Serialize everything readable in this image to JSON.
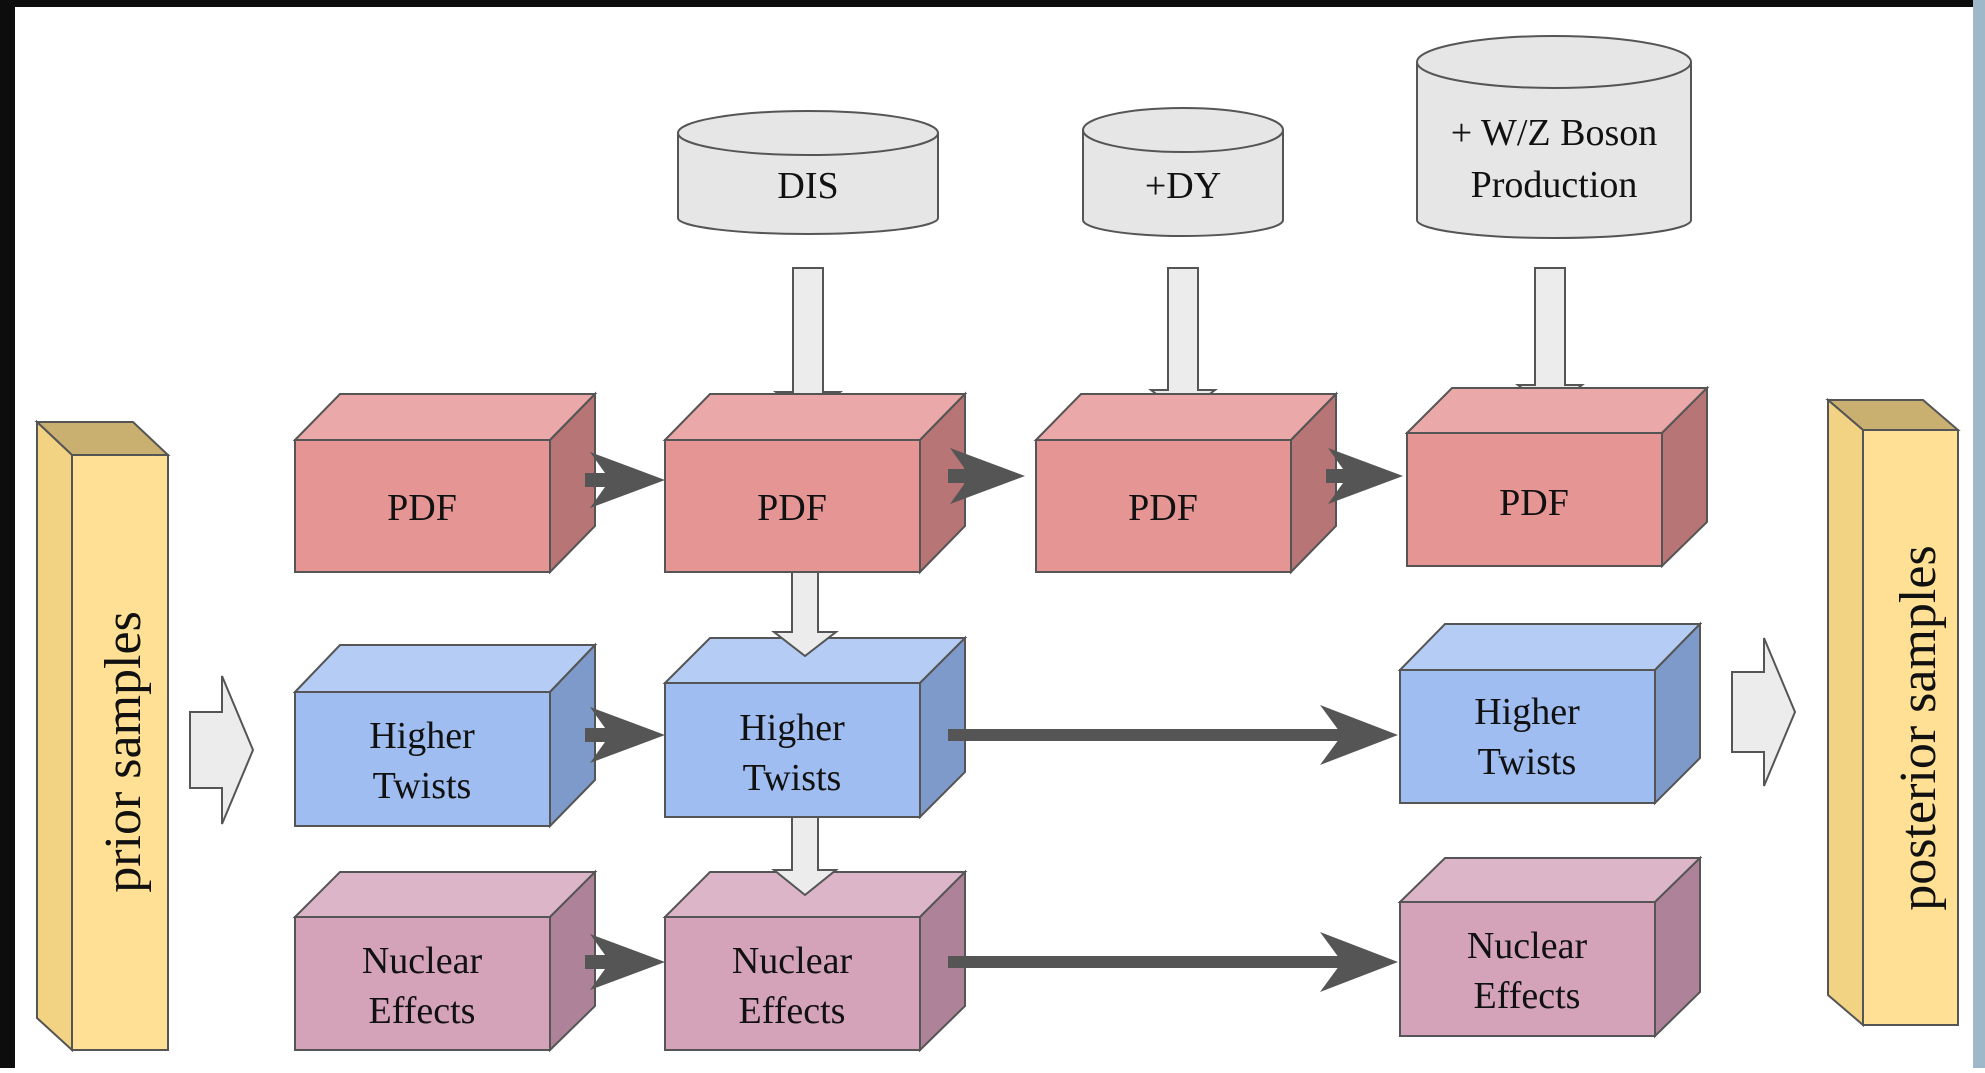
{
  "sources": {
    "dis": "DIS",
    "dy": "+DY",
    "wz_line1": "+ W/Z Boson",
    "wz_line2": "Production"
  },
  "inputs": {
    "prior": "prior samples"
  },
  "outputs": {
    "posterior": "posterior samples"
  },
  "stages": {
    "pdf": "PDF",
    "higher_twists_line1": "Higher",
    "higher_twists_line2": "Twists",
    "nuclear_effects_line1": "Nuclear",
    "nuclear_effects_line2": "Effects"
  },
  "colors": {
    "pdf_front": "#e69595",
    "pdf_top": "#eaa8a8",
    "pdf_side": "#b87575",
    "ht_front": "#9fbdf0",
    "ht_top": "#b5cdf5",
    "ht_side": "#7e9acb",
    "ne_front": "#d4a3ba",
    "ne_top": "#ddb5c8",
    "ne_side": "#ae8399",
    "sample_front": "#ffe094",
    "sample_top": "#c9b070",
    "sample_side": "#f2d283",
    "cylinder": "#e6e6e6",
    "arrow_dark": "#555555",
    "arrow_light": "#ececec"
  }
}
